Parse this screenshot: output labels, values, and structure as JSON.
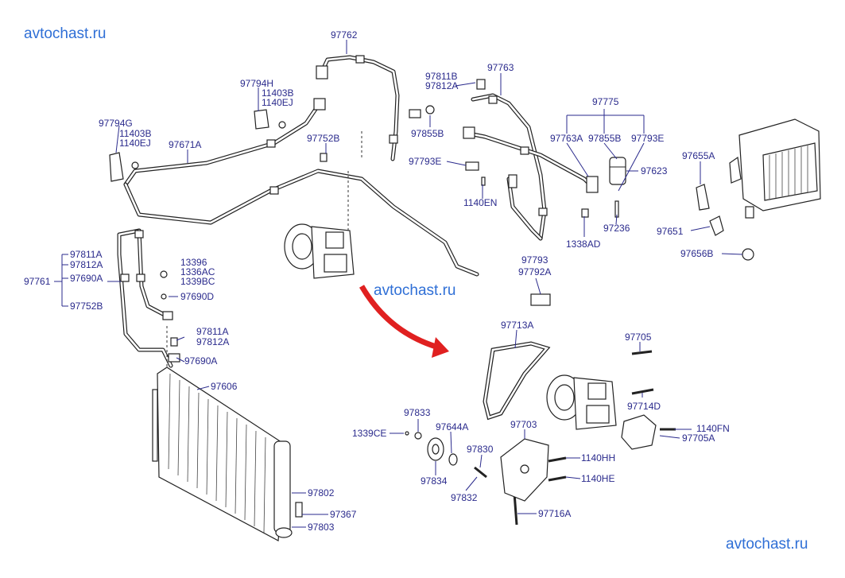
{
  "watermarks": [
    "avtochast.ru",
    "avtochast.ru",
    "avtochast.ru"
  ],
  "colors": {
    "label": "#2a2a8c",
    "watermark": "#2f6fd6",
    "arrow": "#e02020",
    "line": "#222222"
  },
  "labels": {
    "p97762": "97762",
    "p97794H": "97794H",
    "p11403B_a": "11403B",
    "p1140EJ_a": "1140EJ",
    "p97794G": "97794G",
    "p11403B_b": "11403B",
    "p1140EJ_b": "1140EJ",
    "p97671A": "97671A",
    "p97752B_top": "97752B",
    "p97811B": "97811B",
    "p97812A_top": "97812A",
    "p97763": "97763",
    "p97855B_a": "97855B",
    "p97775": "97775",
    "p97763A": "97763A",
    "p97855B_b": "97855B",
    "p97793E_r": "97793E",
    "p97655A": "97655A",
    "p97793E_l": "97793E",
    "p97623": "97623",
    "p1140EN": "1140EN",
    "p97236": "97236",
    "p97651": "97651",
    "p1338AD": "1338AD",
    "p97656B": "97656B",
    "p97811A_l": "97811A",
    "p97812A_l": "97812A",
    "p97690A_l": "97690A",
    "p97761": "97761",
    "p97752B_l": "97752B",
    "p13396": "13396",
    "p1336AC": "1336AC",
    "p1339BC": "1339BC",
    "p97690D": "97690D",
    "p97793": "97793",
    "p97792A": "97792A",
    "p97713A": "97713A",
    "p97705": "97705",
    "p97811A_m": "97811A",
    "p97812A_m": "97812A",
    "p97690A_m": "97690A",
    "p97606": "97606",
    "p97714D": "97714D",
    "p97833": "97833",
    "p1339CE": "1339CE",
    "p97644A": "97644A",
    "p97703": "97703",
    "p1140FN": "1140FN",
    "p97705A": "97705A",
    "p97830": "97830",
    "p1140HH": "1140HH",
    "p97834": "97834",
    "p1140HE": "1140HE",
    "p97832": "97832",
    "p97802": "97802",
    "p97367": "97367",
    "p97716A": "97716A",
    "p97803": "97803"
  }
}
